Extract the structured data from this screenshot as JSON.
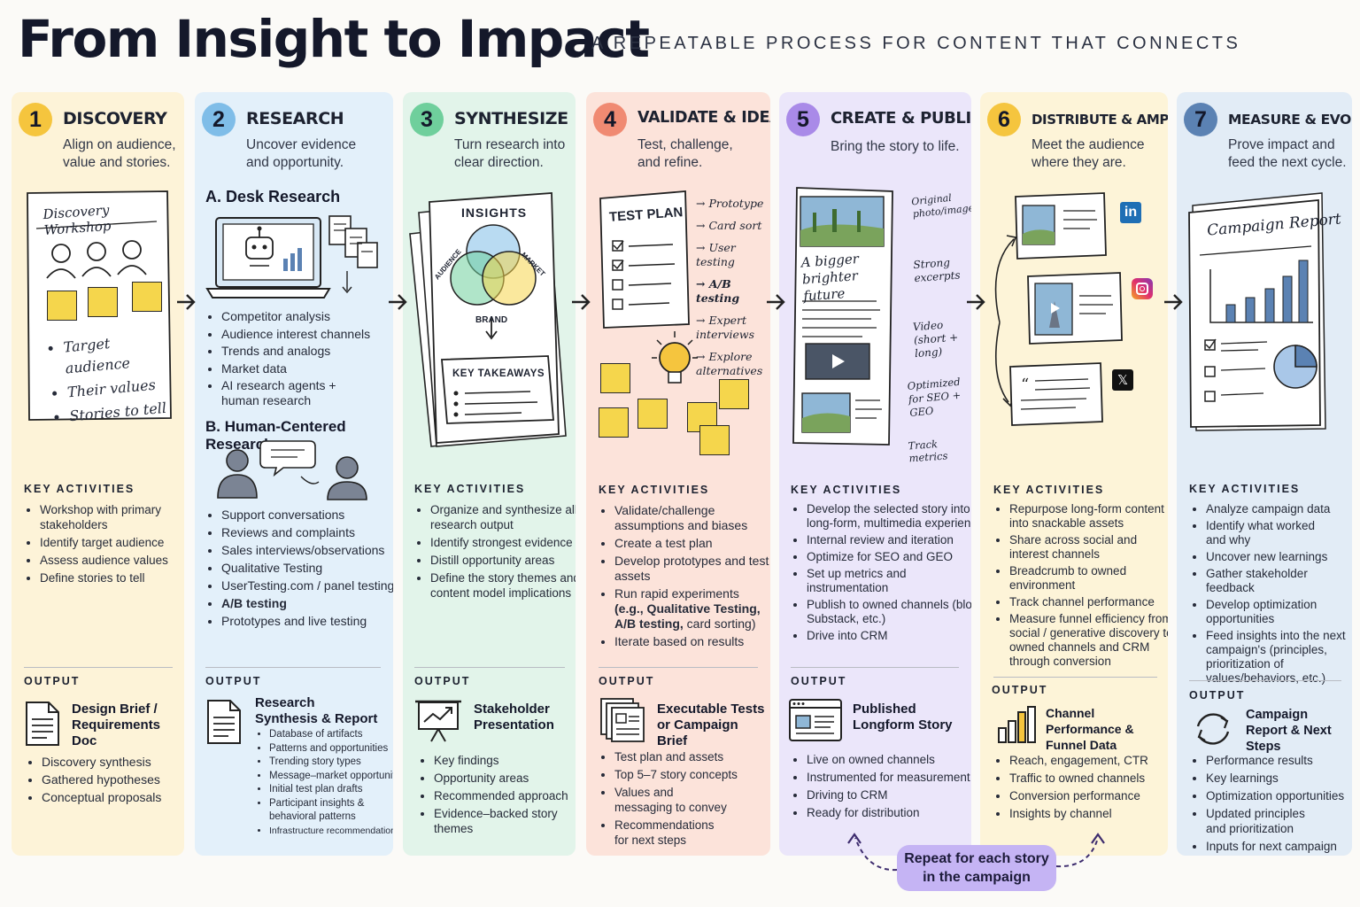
{
  "title": "From Insight to Impact",
  "subtitle": "A REPEATABLE PROCESS FOR CONTENT THAT CONNECTS",
  "colors": {
    "col1": "#fdf3d8",
    "col2": "#e3f0fa",
    "col3": "#e2f4ea",
    "col4": "#fce3da",
    "col5": "#ebe6fa",
    "col6": "#fdf4d8",
    "col7": "#e2ecf6",
    "num1": "#f5c53e",
    "num2": "#7fbde8",
    "num3": "#6fcf9c",
    "num4": "#f08a72",
    "num5": "#a98ae8",
    "num6": "#f5c53e",
    "num7": "#5b82b3"
  },
  "labels": {
    "key_activities": "KEY ACTIVITIES",
    "output": "OUTPUT"
  },
  "stages": [
    {
      "num": "1",
      "name": "DISCOVERY",
      "tagline": "Align on audience, value and stories.",
      "activities": [
        "Workshop with primary stakeholders",
        "Identify target audience",
        "Assess audience values",
        "Define stories to tell"
      ],
      "output_name": "Design Brief / Requirements Doc",
      "output_items": [
        "Discovery synthesis",
        "Gathered hypotheses",
        "Conceptual proposals"
      ]
    },
    {
      "num": "2",
      "name": "RESEARCH",
      "tagline": "Uncover evidence and opportunity.",
      "desk_title": "A. Desk Research",
      "desk_items": [
        "Competitor analysis",
        "Audience interest channels",
        "Trends and analogs",
        "Market data",
        "AI research agents + human research"
      ],
      "human_title": "B. Human-Centered Research",
      "activities": [
        "Support conversations",
        "Reviews and complaints",
        "Sales interviews/observations",
        "Qualitative Testing",
        "UserTesting.com / panel testing",
        "A/B testing",
        "Prototypes and live testing"
      ],
      "output_name": "Research Synthesis & Report",
      "output_items": [
        "Database of artifacts",
        "Patterns and opportunities",
        "Trending story types",
        "Message–market opportunity",
        "Initial test plan drafts",
        "Participant insights & behavioral patterns",
        "Infrastructure recommendations"
      ]
    },
    {
      "num": "3",
      "name": "SYNTHESIZE",
      "tagline": "Turn research into clear direction.",
      "activities": [
        "Organize and synthesize all research output",
        "Identify strongest evidence",
        "Distill opportunity areas",
        "Define the story themes and content model implications"
      ],
      "output_name": "Stakeholder Presentation",
      "output_items": [
        "Key findings",
        "Opportunity areas",
        "Recommended approach",
        "Evidence–backed story themes"
      ]
    },
    {
      "num": "4",
      "name": "VALIDATE & IDEATE",
      "tagline": "Test, challenge, and refine.",
      "activities": [
        "Validate/challenge assumptions and biases",
        "Create a test plan",
        "Develop prototypes and test assets"
      ],
      "experiments": "Run rapid experiments",
      "experiments_detail_bold": "(e.g., Qualitative Testing,",
      "experiments_detail_bold2": "A/B testing,",
      "experiments_detail_rest": " card sorting)",
      "iterate": "Iterate based on results",
      "output_name": "Executable Tests or Campaign Brief",
      "output_items": [
        "Test plan and assets",
        "Top 5–7 story concepts",
        "Values and messaging to convey",
        "Recommendations for next steps"
      ]
    },
    {
      "num": "5",
      "name": "CREATE & PUBLISH",
      "tagline": "Bring the story to life.",
      "activities": [
        "Develop the selected story into a long-form, multimedia experience",
        "Internal review and iteration",
        "Optimize for SEO and GEO",
        "Set up metrics and instrumentation",
        "Publish to owned channels (blog, Substack, etc.)",
        "Drive into CRM"
      ],
      "output_name": "Published Longform Story",
      "output_items": [
        "Live on owned channels",
        "Instrumented for measurement",
        "Driving to CRM",
        "Ready for distribution"
      ]
    },
    {
      "num": "6",
      "name": "DISTRIBUTE & AMPLIFY",
      "tagline": "Meet the audience where they are.",
      "activities": [
        "Repurpose long-form content into snackable assets",
        "Share across social and interest channels",
        "Breadcrumb to owned environment",
        "Track channel performance",
        "Measure funnel efficiency from social / generative discovery to owned channels and CRM through conversion"
      ],
      "output_name": "Channel Performance & Funnel Data",
      "output_items": [
        "Reach, engagement, CTR",
        "Traffic to owned channels",
        "Conversion performance",
        "Insights by channel"
      ]
    },
    {
      "num": "7",
      "name": "MEASURE & EVOLVE",
      "tagline": "Prove impact and feed the next cycle.",
      "activities": [
        "Analyze campaign data",
        "Identify what worked and why",
        "Uncover new learnings",
        "Gather stakeholder feedback",
        "Develop optimization opportunities",
        "Feed insights into the next campaign's (principles, prioritization of values/behaviors, etc.)"
      ],
      "output_name": "Campaign Report & Next Steps",
      "output_items": [
        "Performance results",
        "Key learnings",
        "Optimization opportunities",
        "Updated principles and prioritization",
        "Inputs for next campaign"
      ]
    }
  ],
  "sketches": {
    "workshop_title": "Discovery Workshop",
    "workshop_items": [
      "Target audience",
      "Their values",
      "Stories to tell"
    ],
    "insights_title": "INSIGHTS",
    "venn_labels": [
      "AUDIENCE",
      "MARKET",
      "BRAND"
    ],
    "takeaways_title": "KEY TAKEAWAYS",
    "test_plan_title": "TEST PLAN",
    "test_plan_items": [
      "Prototype",
      "Card sort",
      "User testing",
      "A/B testing",
      "Expert interviews",
      "Explore alternatives"
    ],
    "story_headline": "A bigger brighter future",
    "story_callouts": [
      "Original photo/imagery",
      "Strong excerpts",
      "Video (short + long)",
      "Optimized for SEO + GEO",
      "Track metrics"
    ],
    "report_title": "Campaign Report",
    "social_icons": [
      "linkedin-icon",
      "instagram-icon",
      "x-icon"
    ],
    "linkedin_text": "in",
    "x_text": "𝕏"
  },
  "loop_label": "Repeat for each story in the campaign"
}
